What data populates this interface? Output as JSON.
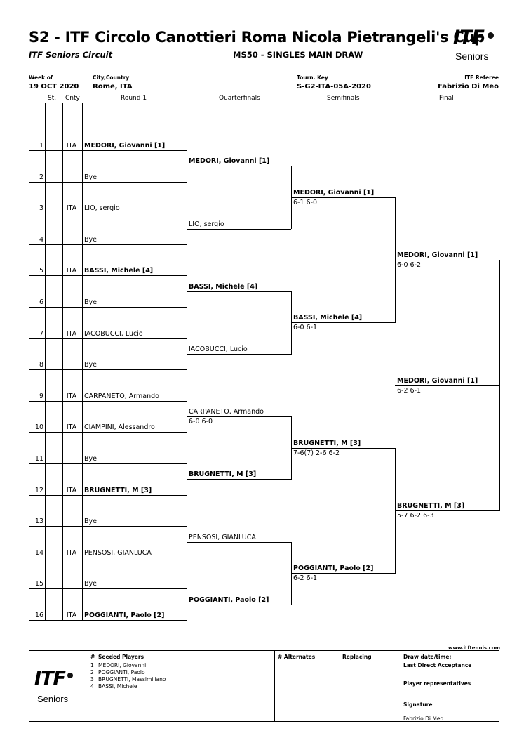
{
  "header": {
    "title": "S2 - ITF Circolo Canottieri Roma Nicola Pietrangeli's Cup",
    "circuit": "ITF Seniors Circuit",
    "draw_name": "MS50 - SINGLES MAIN DRAW",
    "logo_itf": "ITF",
    "logo_seniors": "Seniors"
  },
  "info": {
    "week_label": "Week of",
    "week_value": "19 OCT 2020",
    "city_label": "City,Country",
    "city_value": "Rome, ITA",
    "tourn_label": "Tourn. Key",
    "tourn_value": "S-G2-ITA-05A-2020",
    "referee_label": "ITF Referee",
    "referee_value": "Fabrizio Di Meo"
  },
  "columns": {
    "st": "St.",
    "cnty": "Cnty",
    "r1": "Round 1",
    "qf": "Quarterfinals",
    "sf": "Semifinals",
    "final": "Final"
  },
  "round1": [
    {
      "num": "1",
      "cty": "ITA",
      "name": "MEDORI, Giovanni [1]",
      "bold": true
    },
    {
      "num": "2",
      "cty": "",
      "name": "Bye",
      "bold": false
    },
    {
      "num": "3",
      "cty": "ITA",
      "name": "LIO, sergio",
      "bold": false
    },
    {
      "num": "4",
      "cty": "",
      "name": "Bye",
      "bold": false
    },
    {
      "num": "5",
      "cty": "ITA",
      "name": "BASSI, Michele [4]",
      "bold": true
    },
    {
      "num": "6",
      "cty": "",
      "name": "Bye",
      "bold": false
    },
    {
      "num": "7",
      "cty": "ITA",
      "name": "IACOBUCCI, Lucio",
      "bold": false
    },
    {
      "num": "8",
      "cty": "",
      "name": "Bye",
      "bold": false
    },
    {
      "num": "9",
      "cty": "ITA",
      "name": "CARPANETO, Armando",
      "bold": false
    },
    {
      "num": "10",
      "cty": "ITA",
      "name": "CIAMPINI, Alessandro",
      "bold": false
    },
    {
      "num": "11",
      "cty": "",
      "name": "Bye",
      "bold": false
    },
    {
      "num": "12",
      "cty": "ITA",
      "name": "BRUGNETTI, M [3]",
      "bold": true
    },
    {
      "num": "13",
      "cty": "",
      "name": "Bye",
      "bold": false
    },
    {
      "num": "14",
      "cty": "ITA",
      "name": "PENSOSI, GIANLUCA",
      "bold": false
    },
    {
      "num": "15",
      "cty": "",
      "name": "Bye",
      "bold": false
    },
    {
      "num": "16",
      "cty": "ITA",
      "name": "POGGIANTI, Paolo [2]",
      "bold": true
    }
  ],
  "quarterfinals": [
    {
      "name": "MEDORI, Giovanni [1]",
      "bold": true,
      "score": ""
    },
    {
      "name": "LIO, sergio",
      "bold": false,
      "score": ""
    },
    {
      "name": "BASSI, Michele [4]",
      "bold": true,
      "score": ""
    },
    {
      "name": "IACOBUCCI, Lucio",
      "bold": false,
      "score": ""
    },
    {
      "name": "CARPANETO, Armando",
      "bold": false,
      "score": "6-0 6-0"
    },
    {
      "name": "BRUGNETTI, M [3]",
      "bold": true,
      "score": ""
    },
    {
      "name": "PENSOSI, GIANLUCA",
      "bold": false,
      "score": ""
    },
    {
      "name": "POGGIANTI, Paolo [2]",
      "bold": true,
      "score": ""
    }
  ],
  "semifinals": [
    {
      "name": "MEDORI, Giovanni [1]",
      "bold": true,
      "score": "6-1 6-0"
    },
    {
      "name": "BASSI, Michele [4]",
      "bold": true,
      "score": "6-0 6-1"
    },
    {
      "name": "BRUGNETTI, M [3]",
      "bold": true,
      "score": "7-6(7) 2-6 6-2"
    },
    {
      "name": "POGGIANTI, Paolo [2]",
      "bold": true,
      "score": "6-2 6-1"
    }
  ],
  "final": [
    {
      "name": "MEDORI, Giovanni [1]",
      "bold": true,
      "score": "6-0 6-2"
    },
    {
      "name": "BRUGNETTI, M [3]",
      "bold": true,
      "score": "5-7 6-2 6-3"
    }
  ],
  "champion": {
    "name": "MEDORI, Giovanni [1]",
    "bold": true,
    "score": "6-2 6-1"
  },
  "footer": {
    "website": "www.itftennis.com",
    "seeded_header": "Seeded Players",
    "hash": "#",
    "seeded": [
      {
        "n": "1",
        "name": "MEDORI, Giovanni"
      },
      {
        "n": "2",
        "name": "POGGIANTI, Paolo"
      },
      {
        "n": "3",
        "name": "BRUGNETTI, Massimiliano"
      },
      {
        "n": "4",
        "name": "BASSI, Michele"
      }
    ],
    "alternates": "# Alternates",
    "replacing": "Replacing",
    "draw_date": "Draw date/time:",
    "last_da": "Last Direct Acceptance",
    "player_reps": "Player representatives",
    "signature": "Signature",
    "signature_name": "Fabrizio Di Meo"
  }
}
